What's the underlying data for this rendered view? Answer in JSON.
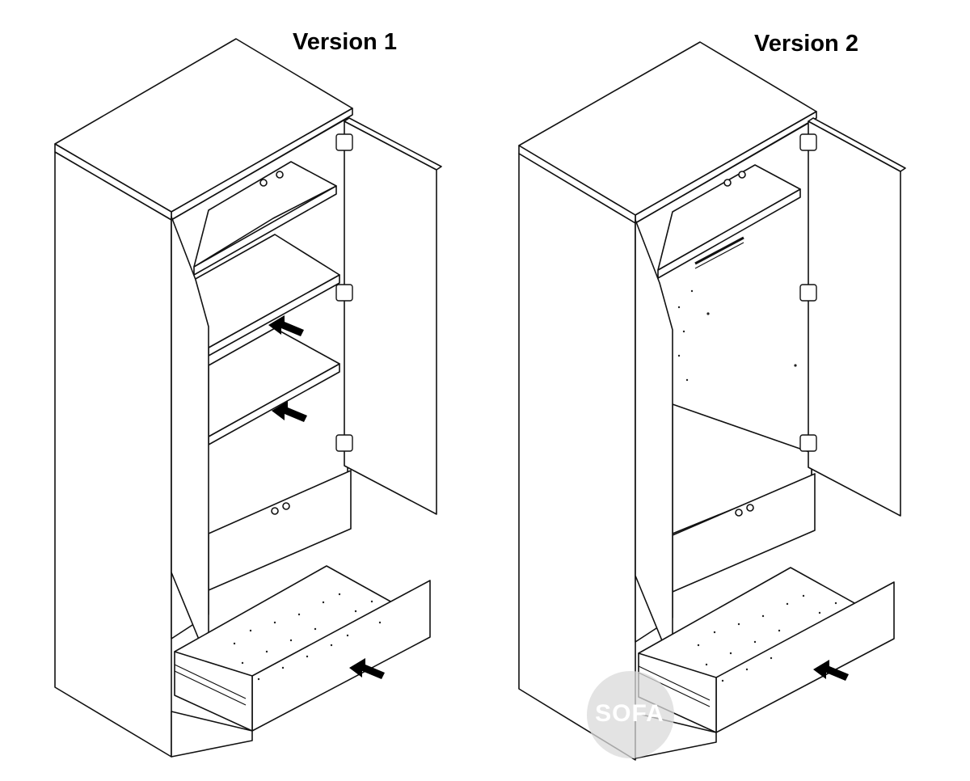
{
  "labels": {
    "version_1": "Version 1",
    "version_2": "Version 2"
  },
  "watermark": {
    "text": "SOFA"
  }
}
